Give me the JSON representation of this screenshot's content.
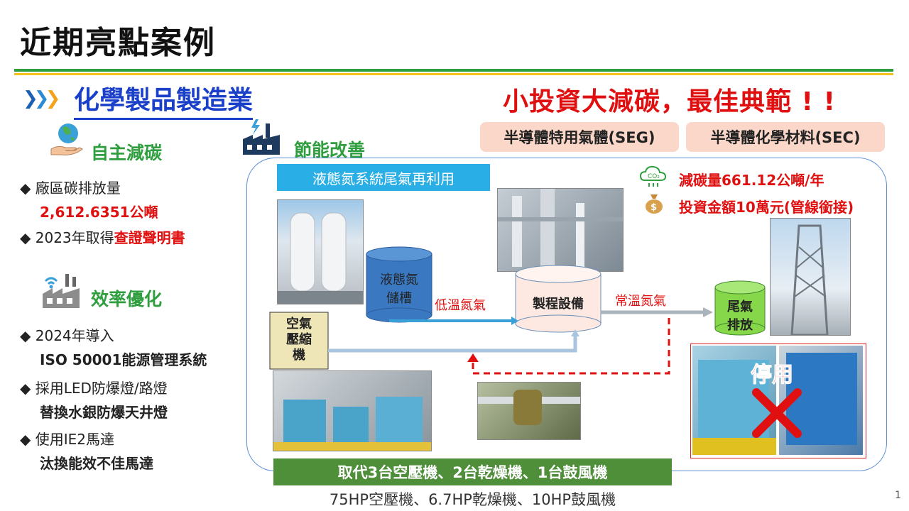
{
  "title": "近期亮點案例",
  "industry": "化學製品製造業",
  "slogan": "小投資大減碳，最佳典範 ! !",
  "tags": [
    "半導體特用氣體(SEG)",
    "半導體化學材料(SEC)"
  ],
  "left": {
    "section1": {
      "heading": "自主減碳",
      "icon": "earth-hand-icon",
      "items": [
        {
          "line1": "廠區碳排放量",
          "line2": "2,612.6351公噸"
        },
        {
          "line1_prefix": "2023年取得",
          "line1_red": "查證聲明書"
        }
      ]
    },
    "section2": {
      "heading": "效率優化",
      "icon": "smart-factory-icon",
      "items": [
        {
          "line1": "2024年導入",
          "line2": "ISO 50001能源管理系統"
        },
        {
          "line1": "採用LED防爆燈/路燈",
          "line2": "替換水銀防爆天井燈"
        },
        {
          "line1": "使用IE2馬達",
          "line2": "汰換能效不佳馬達"
        }
      ]
    }
  },
  "improvement": {
    "heading": "節能改善",
    "icon": "factory-energy-icon",
    "system_title": "液態氮系統尾氣再利用",
    "metrics": {
      "reduction": "減碳量661.12公噸/年",
      "investment": "投資金額10萬元(管線銜接)"
    },
    "diagram": {
      "tank": "液態氮\n儲槽",
      "process": "製程設備",
      "exhaust": "尾氣\n排放",
      "compressor": "空氣\n壓縮\n機",
      "low_temp": "低溫氮氣",
      "room_temp": "常溫氮氣",
      "stopped": "停用"
    },
    "replace_label": "取代3台空壓機、2台乾燥機、1台鼓風機",
    "replace_note": "75HP空壓機、6.7HP乾燥機、10HP鼓風機"
  },
  "page_number": "1",
  "colors": {
    "accent_green": "#2e9e3e",
    "accent_red": "#e01010",
    "title_blue": "#1a3fc8",
    "info_blue": "#29aee6"
  }
}
